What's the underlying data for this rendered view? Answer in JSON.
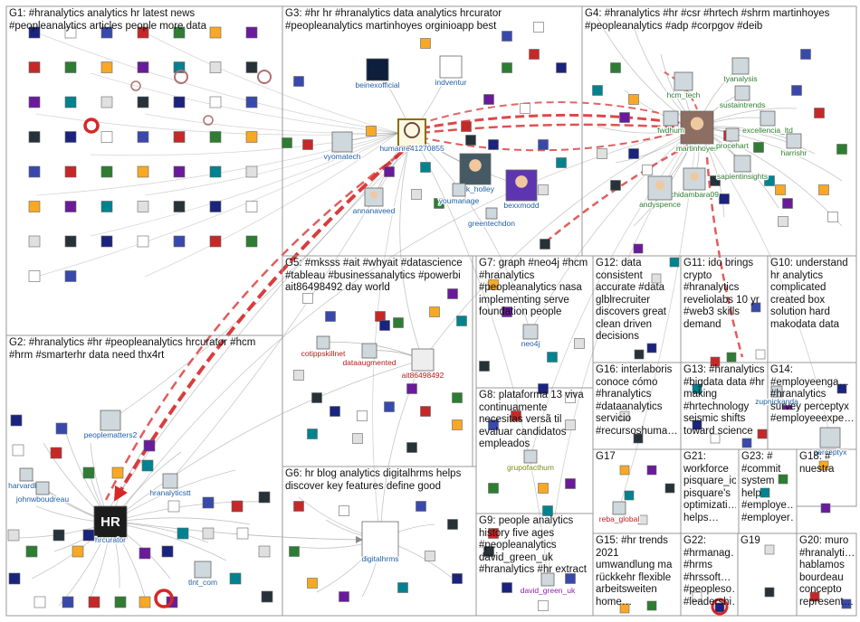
{
  "colors": {
    "box": "#999999",
    "edge": "#8a8a8a",
    "edge_red": "#d62728",
    "label_blue": "#1f5fa6",
    "label_green": "#2e7d32",
    "label_red": "#b71c1c",
    "label_purple": "#8e24aa",
    "label_olive": "#7c8a1a"
  },
  "groups": [
    {
      "id": "G1",
      "text": "G1: #hranalytics analytics hr latest news\n#peopleanalytics articles people more data"
    },
    {
      "id": "G2",
      "text": "G2: #hranalytics #hr #peopleanalytics hrcurator #hcm\n#hrm #smarterhr data need thx4rt"
    },
    {
      "id": "G3",
      "text": "G3: #hr hr #hranalytics data analytics hrcurator\n#peopleanalytics martinhoyes orginioapp best"
    },
    {
      "id": "G4",
      "text": "G4: #hranalytics #hr #csr #hrtech #shrm martinhoyes\n#peopleanalytics #adp #corpgov #deib"
    },
    {
      "id": "G5",
      "text": "G5: #mksss #ait #whyait #datascience\n#tableau #businessanalytics #powerbi\nait86498492 day world"
    },
    {
      "id": "G6",
      "text": "G6: hr blog analytics digitalhrms helps\ndiscover key features define good"
    },
    {
      "id": "G7",
      "text": "G7: graph #neo4j #hcm\n#hranalytics\n#peopleanalytics nasa\nimplementing serve\nfoundation people"
    },
    {
      "id": "G8",
      "text": "G8: plataforma 13 viva\ncontinuamente\nnecesitas versã til\nevaluar candidatos\nempleados"
    },
    {
      "id": "G9",
      "text": "G9: people analytics\nhistory five ages\n#peopleanalytics\ndavid_green_uk\n#hranalytics #hr extract"
    },
    {
      "id": "G10",
      "text": "G10: understand\nhr analytics\ncomplicated\ncreated box\nsolution hard\nmakodata data"
    },
    {
      "id": "G11",
      "text": "G11: ido brings\ncrypto\n#hranalytics\nreveliolabs 10 yr\n#web3 skills\ndemand"
    },
    {
      "id": "G12",
      "text": "G12: data\nconsistent\naccurate #data\nglblrecruiter\ndiscovers great\nclean driven\ndecisions"
    },
    {
      "id": "G13",
      "text": "G13: #hranalytics\n#bigdata data #hr\nmaking\n#hrtechnology\nseismic shifts\ntoward science"
    },
    {
      "id": "G14",
      "text": "G14: #employeenga…\n#hranalytics\nsurvey perceptyx\n#employeeexpe…"
    },
    {
      "id": "G15",
      "text": "G15: #hr trends\n2021\numwandlung ma\nrückkehr flexible\narbeitsweiten\nhome…"
    },
    {
      "id": "G16",
      "text": "G16: interlaboris\nconoce cómo\n#hranalytics\n#dataanalytics\nservicio\n#recursoshuma…"
    },
    {
      "id": "G17",
      "text": "G17"
    },
    {
      "id": "G18",
      "text": "G18: #\nnuestra"
    },
    {
      "id": "G19",
      "text": "G19"
    },
    {
      "id": "G20",
      "text": "G20: muro\n#hranalyti…\nhablamos\nbourdeau\nconcepto\nrepresent…"
    },
    {
      "id": "G21",
      "text": "G21:\nworkforce\npisquare_io\npisquare's\noptimizati…\nhelps…"
    },
    {
      "id": "G22",
      "text": "G22:\n#hrmanag…\n#hrms\n#hrssoft…\n#peopleso…\n#leadershi…"
    },
    {
      "id": "G23",
      "text": "G23: #\n#commit\nsystem\nhelp\n#employe…\n#employer…"
    }
  ],
  "nodes": [
    {
      "id": "hrcurator",
      "label": "hrcurator",
      "color": "label_blue",
      "icon": "hr-curator-logo"
    },
    {
      "id": "humanre41270855",
      "label": "humanre41270855",
      "color": "label_blue",
      "icon": "humanre-logo"
    },
    {
      "id": "beinexofficial",
      "label": "beinexofficial",
      "color": "label_blue",
      "icon": "beinex-logo"
    },
    {
      "id": "indventur",
      "label": "indventur",
      "color": "label_blue",
      "icon": "indventur-logo"
    },
    {
      "id": "vyomatech",
      "label": "vyomatech",
      "color": "label_blue",
      "icon": "vyomatech-logo"
    },
    {
      "id": "nick_holley",
      "label": "nick_holley",
      "color": "label_blue",
      "icon": "person-avatar"
    },
    {
      "id": "youmanage",
      "label": "youmanage",
      "color": "label_blue",
      "icon": "youmanage-logo"
    },
    {
      "id": "annanaveed",
      "label": "annanaveed",
      "color": "label_blue",
      "icon": "person-avatar"
    },
    {
      "id": "bexxmodd",
      "label": "bexxmodd",
      "color": "label_blue",
      "icon": "person-avatar"
    },
    {
      "id": "greentechdon",
      "label": "greentechdon",
      "color": "label_blue",
      "icon": "person-avatar"
    },
    {
      "id": "martinhoyes",
      "label": "martinhoyes",
      "color": "label_green",
      "icon": "person-avatar"
    },
    {
      "id": "hcm_tech",
      "label": "hcm_tech",
      "color": "label_green",
      "icon": "hcm-logo"
    },
    {
      "id": "tyanalysis",
      "label": "tyanalysis",
      "color": "label_green",
      "icon": "tyanalysis-logo"
    },
    {
      "id": "sustaintrends",
      "label": "sustaintrends",
      "color": "label_green",
      "icon": "sustaintrends-logo"
    },
    {
      "id": "fwdhum",
      "label": "fwdhum",
      "color": "label_green",
      "icon": "fwdhum-logo"
    },
    {
      "id": "excellencia_ltd",
      "label": "excellencia_ltd",
      "color": "label_green",
      "icon": "excellencia-logo"
    },
    {
      "id": "procehart",
      "label": "procehart",
      "color": "label_green",
      "icon": "procehart-logo"
    },
    {
      "id": "harrishr",
      "label": "harrishr",
      "color": "label_green",
      "icon": "person-avatar"
    },
    {
      "id": "sapientinsights",
      "label": "sapientinsights",
      "color": "label_green",
      "icon": "sapient-logo"
    },
    {
      "id": "chidambara09",
      "label": "chidambara09",
      "color": "label_green",
      "icon": "person-avatar"
    },
    {
      "id": "andyspence",
      "label": "andyspence",
      "color": "label_green",
      "icon": "person-avatar"
    },
    {
      "id": "peoplematters2",
      "label": "peoplematters2",
      "color": "label_blue",
      "icon": "peoplematters-logo"
    },
    {
      "id": "harvardbiz",
      "label": "harvardbiz",
      "color": "label_blue",
      "icon": "hbr-logo"
    },
    {
      "id": "johnwboudreau",
      "label": "johnwboudreau",
      "color": "label_blue",
      "icon": "person-avatar"
    },
    {
      "id": "hranalyticstt",
      "label": "hranalyticstt",
      "color": "label_blue",
      "icon": "hranalytics-logo"
    },
    {
      "id": "tlnt_com",
      "label": "tlnt_com",
      "color": "label_blue",
      "icon": "tlnt-logo"
    },
    {
      "id": "cotippskillnet",
      "label": "cotippskillnet",
      "color": "label_red",
      "icon": "cotipp-logo"
    },
    {
      "id": "dataaugmented",
      "label": "dataaugmented",
      "color": "label_red",
      "icon": "dataaugmented-logo"
    },
    {
      "id": "ait86498492",
      "label": "ait86498492",
      "color": "label_red",
      "icon": "ait-logo"
    },
    {
      "id": "digitalhrms",
      "label": "digitalhrms",
      "color": "label_blue",
      "icon": "digital-hrms-logo"
    },
    {
      "id": "neo4j",
      "label": "neo4j",
      "color": "label_blue",
      "icon": "neo4j-logo"
    },
    {
      "id": "grupofacthum",
      "label": "grupofacthum",
      "color": "label_olive",
      "icon": "facthum-logo"
    },
    {
      "id": "david_green_uk",
      "label": "david_green_uk",
      "color": "label_purple",
      "icon": "person-avatar"
    },
    {
      "id": "reba_global",
      "label": "reba_global",
      "color": "label_red",
      "icon": "reba-logo"
    },
    {
      "id": "zupnickanda",
      "label": "zupnickanda",
      "color": "label_blue",
      "icon": "person-avatar"
    },
    {
      "id": "perceptyx",
      "label": "perceptyx",
      "color": "label_blue",
      "icon": "perceptyx-logo"
    }
  ]
}
